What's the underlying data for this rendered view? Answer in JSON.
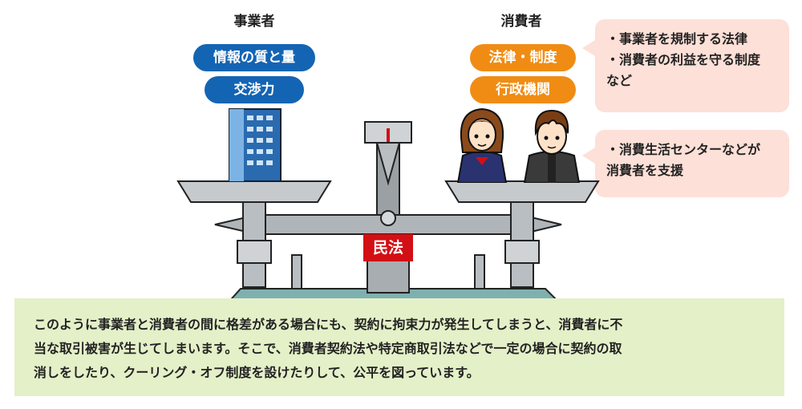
{
  "business": {
    "title": "事業者",
    "pills": [
      "情報の質と量",
      "交渉力"
    ]
  },
  "consumer": {
    "title": "消費者",
    "pills": [
      "法律・制度",
      "行政機関"
    ]
  },
  "notes": [
    {
      "lines": [
        "・事業者を規制する法律",
        "・消費者の利益を守る制度",
        "など"
      ]
    },
    {
      "lines": [
        "・消費生活センターなどが",
        "消費者を支援"
      ]
    }
  ],
  "scale_label": "民法",
  "caption": {
    "lines": [
      "このように事業者と消費者の間に格差がある場合にも、契約に拘束力が発生してしまうと、消費者に不",
      "当な取引被害が生じてしまいます。そこで、消費者契約法や特定商取引法などで一定の場合に契約の取",
      "消しをしたり、クーリング・オフ制度を設けたりして、公平を図っています。"
    ]
  },
  "colors": {
    "business_pill": "#1464b4",
    "consumer_pill": "#f08c14",
    "note_bg": "#fde0d8",
    "caption_bg": "#e4f0c8",
    "scale_label_bg": "#d20f14"
  },
  "icons": [
    "building-icon",
    "balance-scale-icon",
    "female-student-icon",
    "male-student-icon"
  ]
}
